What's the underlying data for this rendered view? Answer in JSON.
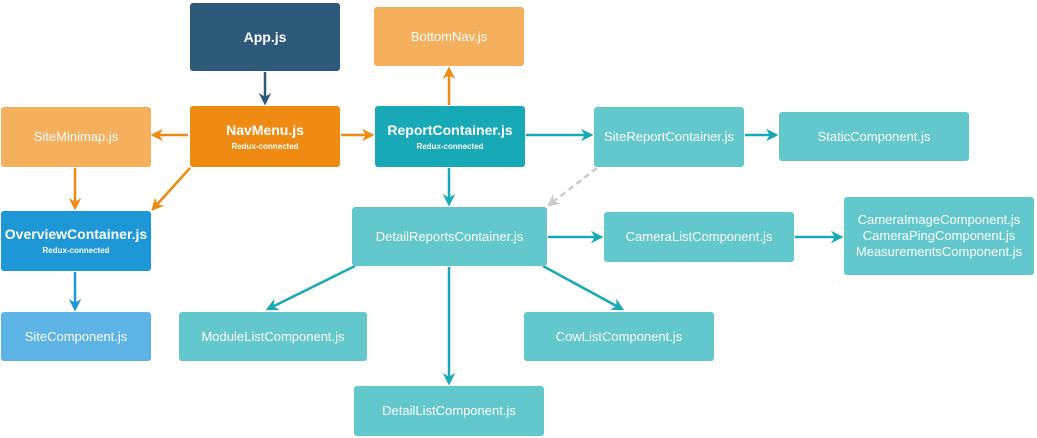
{
  "colors": {
    "dark_blue": "#2d5a7b",
    "orange": "#ef8a12",
    "light_orange": "#f5b05d",
    "teal": "#17a9b5",
    "light_teal": "#62c8cc",
    "blue": "#1e97d6",
    "light_blue": "#5db3e3",
    "gray": "#cccccc"
  },
  "nodes": {
    "app": {
      "label": "App.js"
    },
    "bottom_nav": {
      "label": "BottomNav.js"
    },
    "site_minimap": {
      "label": "SiteMinimap.js"
    },
    "nav_menu": {
      "label": "NavMenu.js",
      "sub": "Redux-connected"
    },
    "report_container": {
      "label": "ReportContainer.js",
      "sub": "Redux-connected"
    },
    "site_report_container": {
      "label": "SiteReportContainer.js"
    },
    "static_component": {
      "label": "StaticComponent.js"
    },
    "overview_container": {
      "label": "OverviewContainer.js",
      "sub": "Redux-connected"
    },
    "detail_reports_container": {
      "label": "DetailReportsContainer.js"
    },
    "camera_list_component": {
      "label": "CameraListComponent.js"
    },
    "camera_group": {
      "lines": [
        "CameraImageComponent.js",
        "CameraPingComponent.js",
        "MeasurementsComponent.js"
      ]
    },
    "site_component": {
      "label": "SiteComponent.js"
    },
    "module_list_component": {
      "label": "ModuleListComponent.js"
    },
    "cow_list_component": {
      "label": "CowListComponent.js"
    },
    "detail_list_component": {
      "label": "DetailListComponent.js"
    }
  },
  "edges": [
    {
      "from": "app",
      "to": "nav_menu",
      "color": "#2d5a7b"
    },
    {
      "from": "nav_menu",
      "to": "site_minimap",
      "color": "#ef8a12"
    },
    {
      "from": "nav_menu",
      "to": "report_container",
      "color": "#ef8a12"
    },
    {
      "from": "nav_menu",
      "to": "overview_container",
      "color": "#ef8a12"
    },
    {
      "from": "site_minimap",
      "to": "overview_container",
      "color": "#ef8a12"
    },
    {
      "from": "report_container",
      "to": "bottom_nav",
      "color": "#ef8a12"
    },
    {
      "from": "report_container",
      "to": "site_report_container",
      "color": "#17a9b5"
    },
    {
      "from": "report_container",
      "to": "detail_reports_container",
      "color": "#17a9b5"
    },
    {
      "from": "site_report_container",
      "to": "static_component",
      "color": "#17a9b5"
    },
    {
      "from": "site_report_container",
      "to": "detail_reports_container",
      "color": "#cccccc",
      "dashed": true
    },
    {
      "from": "detail_reports_container",
      "to": "camera_list_component",
      "color": "#17a9b5"
    },
    {
      "from": "camera_list_component",
      "to": "camera_group",
      "color": "#17a9b5"
    },
    {
      "from": "detail_reports_container",
      "to": "module_list_component",
      "color": "#17a9b5"
    },
    {
      "from": "detail_reports_container",
      "to": "detail_list_component",
      "color": "#17a9b5"
    },
    {
      "from": "detail_reports_container",
      "to": "cow_list_component",
      "color": "#17a9b5"
    },
    {
      "from": "overview_container",
      "to": "site_component",
      "color": "#1e97d6"
    }
  ]
}
